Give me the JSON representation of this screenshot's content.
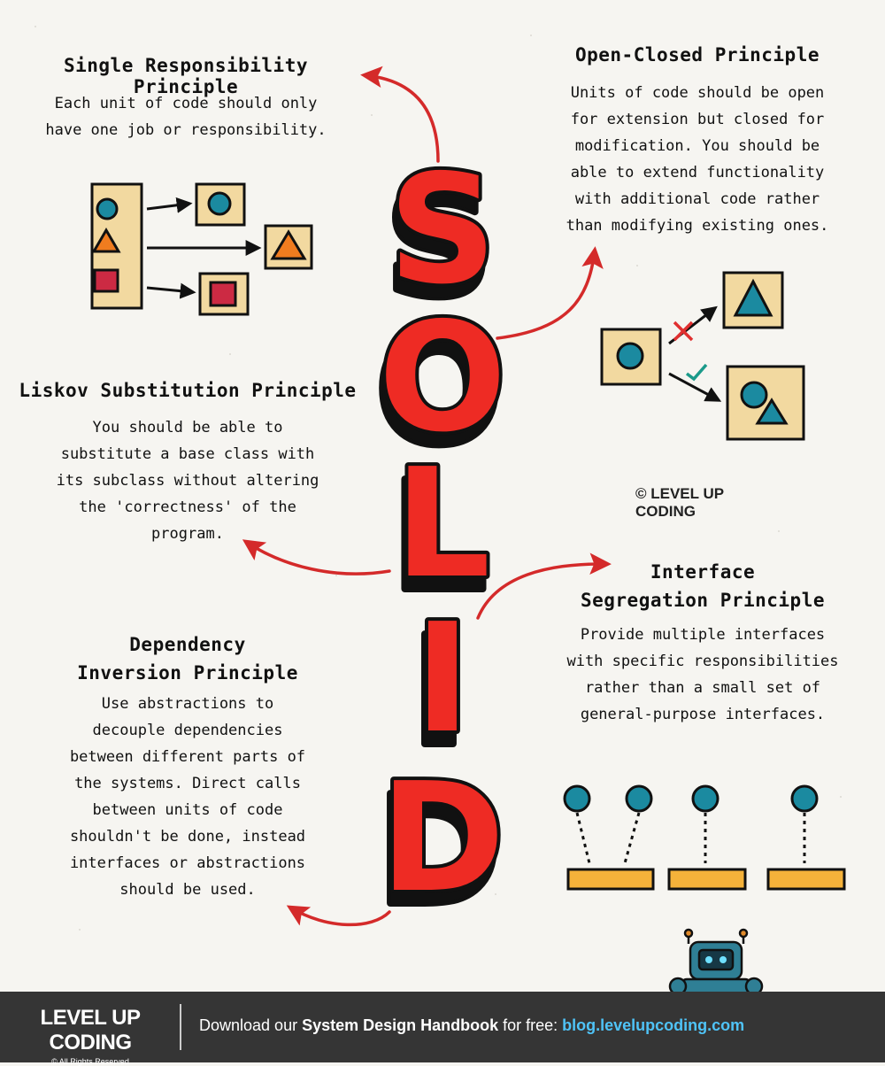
{
  "letters": [
    "S",
    "O",
    "L",
    "I",
    "D"
  ],
  "principles": {
    "srp": {
      "title": "Single Responsibility Principle",
      "text": "Each unit of code should only\nhave one job or responsibility."
    },
    "ocp": {
      "title": "Open-Closed Principle",
      "text": "Units of code should be open\nfor extension but closed for\nmodification. You should be\nable to extend functionality\nwith additional code rather\nthan modifying existing ones."
    },
    "lsp": {
      "title": "Liskov Substitution Principle",
      "text": "You should be able to\nsubstitute a base class with\nits subclass without altering\nthe 'correctness' of the\nprogram."
    },
    "isp": {
      "title": "Interface\nSegregation Principle",
      "text": "Provide multiple interfaces\nwith specific responsibilities\nrather than a small set of\ngeneral-purpose interfaces."
    },
    "dip": {
      "title": "Dependency\nInversion Principle",
      "text": "Use abstractions to\ndecouple dependencies\nbetween different parts of\nthe systems. Direct calls\nbetween units of code\nshouldn't be done, instead\ninterfaces or abstractions\nshould be used."
    }
  },
  "copyright": "© LEVEL UP CODING",
  "footer": {
    "logo": "LEVEL UP CODING",
    "rights": "© All Rights Reserved",
    "cta_prefix": "Download our ",
    "cta_bold": "System Design Handbook",
    "cta_mid": " for free: ",
    "cta_link": "blog.levelupcoding.com"
  },
  "colors": {
    "accent_red": "#ee2b24",
    "box_fill": "#f2d9a0",
    "circle": "#1b8aa0",
    "triangle": "#f07c1f",
    "square": "#cc2a43",
    "interface_bar": "#f5b23a",
    "footer_bg": "#353535",
    "link": "#4fc3f7"
  },
  "icons": [
    "robot-mascot-icon",
    "check-icon",
    "cross-icon"
  ]
}
